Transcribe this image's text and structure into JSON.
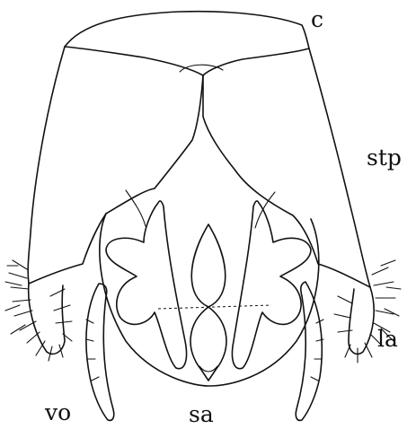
{
  "labels": {
    "c": "c",
    "stp": "stp",
    "la": "la",
    "vo": "vo",
    "sa": "sa"
  }
}
